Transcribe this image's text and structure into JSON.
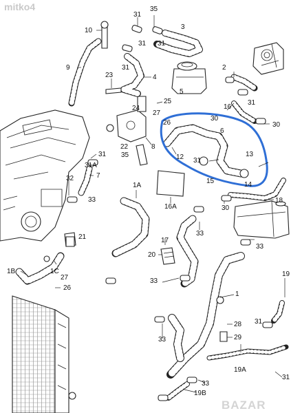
{
  "watermark_top": "mitko4",
  "watermark_bottom": "BAZAR",
  "highlight_color": "#2f6fd6",
  "labels": {
    "p35": "35",
    "p31a": "31",
    "p3": "3",
    "p10": "10",
    "p31b": "31",
    "p31c": "31",
    "p31d": "31",
    "p9": "9",
    "p23": "23",
    "p4": "4",
    "p2": "2",
    "p31e": "31",
    "p5": "5",
    "p25": "25",
    "p24": "24",
    "p27": "27",
    "p16": "16",
    "p30a": "30",
    "p26": "26",
    "p30b": "30",
    "p6": "6",
    "p22": "22",
    "p8": "8",
    "p35b": "35",
    "p12": "12",
    "p13": "13",
    "p31f": "31",
    "p31g": "31",
    "p31A": "31A",
    "p7": "7",
    "p15": "15",
    "p14": "14",
    "p32": "32",
    "p1A": "1A",
    "p33a": "33",
    "p18": "18",
    "p30c": "30",
    "p16A": "16A",
    "p33b": "33",
    "p21": "21",
    "p33c": "33",
    "p17": "17",
    "p20": "20",
    "p1B": "1B",
    "p1C": "1C",
    "p27b": "27",
    "p26b": "26",
    "p33d": "33",
    "p1": "1",
    "p19": "19",
    "p31h": "31",
    "p33e": "33",
    "p28": "28",
    "p29": "29",
    "p31i": "31",
    "p19A": "19A",
    "p33f": "33",
    "p19B": "19B"
  }
}
